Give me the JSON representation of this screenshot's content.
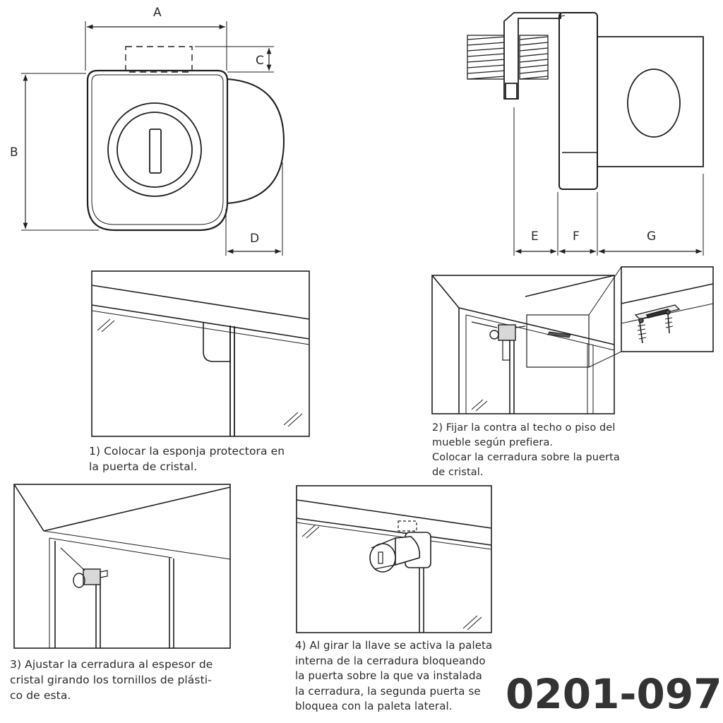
{
  "dimensions": {
    "A": "A",
    "B": "B",
    "C": "C",
    "D": "D",
    "E": "E",
    "F": "F",
    "G": "G"
  },
  "steps": [
    {
      "label": "step-1",
      "lines": [
        "1) Colocar la esponja protectora en",
        "la puerta de cristal."
      ]
    },
    {
      "label": "step-2",
      "lines": [
        "2) Fijar la contra al techo o piso del",
        "mueble según prefiera.",
        "Colocar la cerradura sobre la puerta",
        "de cristal."
      ]
    },
    {
      "label": "step-3",
      "lines": [
        "3) Ajustar la cerradura al espesor de",
        "cristal girando los tornillos de plásti-",
        "co de esta."
      ]
    },
    {
      "label": "step-4",
      "lines": [
        "4) Al girar la llave se activa la paleta",
        "interna de la cerradura bloqueando",
        "la puerta sobre la que va instalada",
        "la cerradura, la segunda puerta se",
        "bloquea con la paleta lateral."
      ]
    }
  ],
  "product_code": "0201-097",
  "colors": {
    "line": "#1e1e1e",
    "text": "#2a2a2a",
    "code": "#333333",
    "fill_dark": "#e6e6e6"
  }
}
